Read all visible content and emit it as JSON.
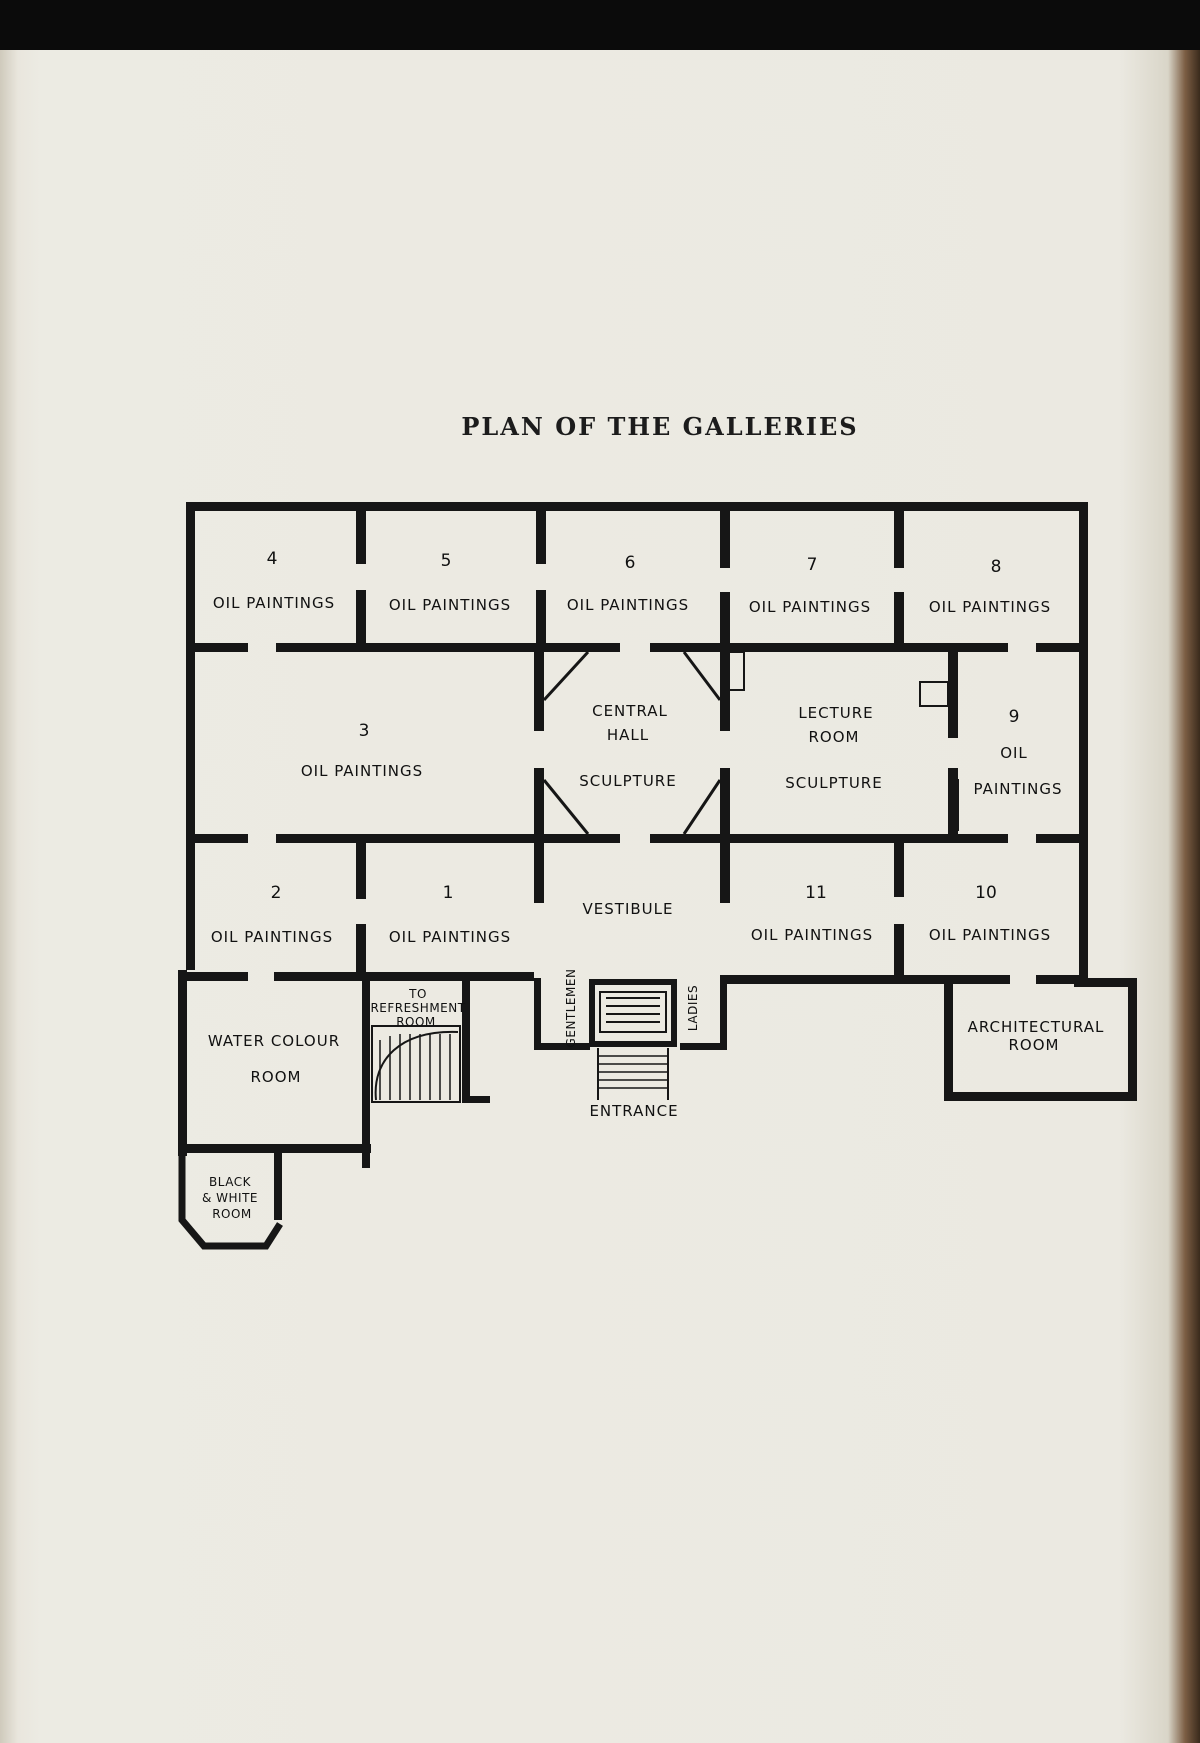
{
  "title": "PLAN OF THE GALLERIES",
  "rooms": {
    "r4": {
      "num": "4",
      "label": "OIL PAINTINGS"
    },
    "r5": {
      "num": "5",
      "label": "OIL PAINTINGS"
    },
    "r6": {
      "num": "6",
      "label": "OIL PAINTINGS"
    },
    "r7": {
      "num": "7",
      "label": "OIL PAINTINGS"
    },
    "r8": {
      "num": "8",
      "label": "OIL PAINTINGS"
    },
    "r3": {
      "num": "3",
      "label": "OIL PAINTINGS"
    },
    "r9": {
      "num": "9",
      "label_1": "OIL",
      "label_2": "PAINTINGS"
    },
    "r2": {
      "num": "2",
      "label": "OIL PAINTINGS"
    },
    "r1": {
      "num": "1",
      "label": "OIL PAINTINGS"
    },
    "r11": {
      "num": "11",
      "label": "OIL PAINTINGS"
    },
    "r10": {
      "num": "10",
      "label": "OIL PAINTINGS"
    },
    "central_hall": {
      "line_1": "CENTRAL",
      "line_2": "HALL",
      "sub": "SCULPTURE"
    },
    "lecture_room": {
      "line_1": "LECTURE",
      "line_2": "ROOM",
      "sub": "SCULPTURE"
    },
    "vestibule": "VESTIBULE",
    "water_colour": {
      "line_1": "WATER COLOUR",
      "line_2": "ROOM"
    },
    "black_white": {
      "line_1": "BLACK",
      "line_2": "& WHITE",
      "line_3": "ROOM"
    },
    "refreshment": {
      "line_1": "TO",
      "line_2": "REFRESHMENT",
      "line_3": "ROOM"
    },
    "gentlemen": "GENTLEMEN",
    "ladies": "LADIES",
    "entrance": "ENTRANCE",
    "architectural": {
      "line_1": "ARCHITECTURAL",
      "line_2": "ROOM"
    }
  }
}
